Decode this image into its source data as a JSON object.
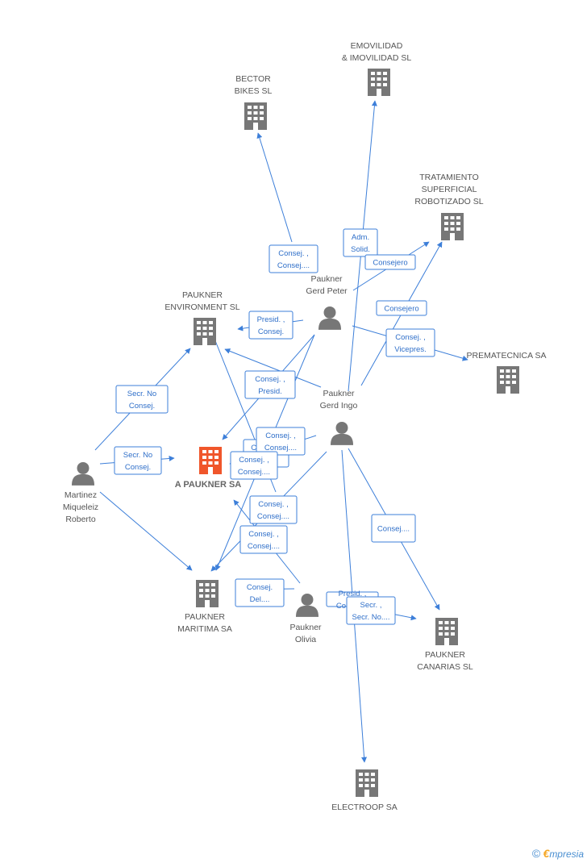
{
  "colors": {
    "edge": "#3d7fd9",
    "node": "#777777",
    "focus": "#f0562b"
  },
  "companies": [
    {
      "id": "bector",
      "label": [
        "BECTOR",
        "BIKES  SL"
      ],
      "focus": false
    },
    {
      "id": "emov",
      "label": [
        "EMOVILIDAD",
        "& IMOVILIDAD SL"
      ],
      "focus": false
    },
    {
      "id": "tratam",
      "label": [
        "TRATAMIENTO",
        "SUPERFICIAL",
        "ROBOTIZADO SL"
      ],
      "focus": false
    },
    {
      "id": "env",
      "label": [
        "PAUKNER",
        "ENVIRONMENT SL"
      ],
      "focus": false
    },
    {
      "id": "prema",
      "label": [
        "PREMATECNICA SA"
      ],
      "focus": false
    },
    {
      "id": "apauk",
      "label": [
        "A PAUKNER SA"
      ],
      "focus": true
    },
    {
      "id": "marit",
      "label": [
        "PAUKNER",
        "MARITIMA SA"
      ],
      "focus": false
    },
    {
      "id": "canar",
      "label": [
        "PAUKNER",
        "CANARIAS  SL"
      ],
      "focus": false
    },
    {
      "id": "electro",
      "label": [
        "ELECTROOP SA"
      ],
      "focus": false
    }
  ],
  "persons": [
    {
      "id": "peter",
      "label": [
        "Paukner",
        "Gerd Peter"
      ]
    },
    {
      "id": "ingo",
      "label": [
        "Paukner",
        "Gerd Ingo"
      ]
    },
    {
      "id": "martinez",
      "label": [
        "Martinez",
        "Miqueleiz",
        "Roberto"
      ]
    },
    {
      "id": "olivia",
      "label": [
        "Paukner",
        "Olivia"
      ]
    }
  ],
  "edges": [
    {
      "id": "e1",
      "label": [
        "Consej. ,",
        "Consej...."
      ]
    },
    {
      "id": "e2",
      "label": [
        "Adm.",
        "Solid."
      ]
    },
    {
      "id": "e3",
      "label": [
        "Consejero"
      ]
    },
    {
      "id": "e4",
      "label": [
        "Consejero"
      ]
    },
    {
      "id": "e5",
      "label": [
        "Presid. ,",
        "Consej."
      ]
    },
    {
      "id": "e6",
      "label": [
        "Consej. ,",
        "Vicepres."
      ]
    },
    {
      "id": "e7",
      "label": [
        "Consej. ,",
        "Presid."
      ]
    },
    {
      "id": "e8",
      "label": [
        "Consej. ,",
        "Consej...."
      ]
    },
    {
      "id": "e9",
      "label": [
        "Consej. ,",
        "Presid."
      ]
    },
    {
      "id": "e10",
      "label": [
        "Consej. ,",
        "Consej...."
      ]
    },
    {
      "id": "e11",
      "label": [
        "Consej. ,",
        "Consej...."
      ]
    },
    {
      "id": "e12",
      "label": [
        "Consej. ,",
        "Consej...."
      ]
    },
    {
      "id": "e13",
      "label": [
        "Consej.",
        "Del...."
      ]
    },
    {
      "id": "e14",
      "label": [
        "Consej...."
      ]
    },
    {
      "id": "e15",
      "label": [
        "Presid. ,",
        "Consej...."
      ]
    },
    {
      "id": "e16",
      "label": [
        "Secr. ,",
        "Secr. No...."
      ]
    },
    {
      "id": "e17",
      "label": [
        "Secr.  No",
        "Consej."
      ]
    },
    {
      "id": "e18",
      "label": [
        "Secr.  No",
        "Consej."
      ]
    }
  ],
  "footer": {
    "copyright": "©",
    "brand_initial": "€",
    "brand_rest": "mpresia"
  }
}
